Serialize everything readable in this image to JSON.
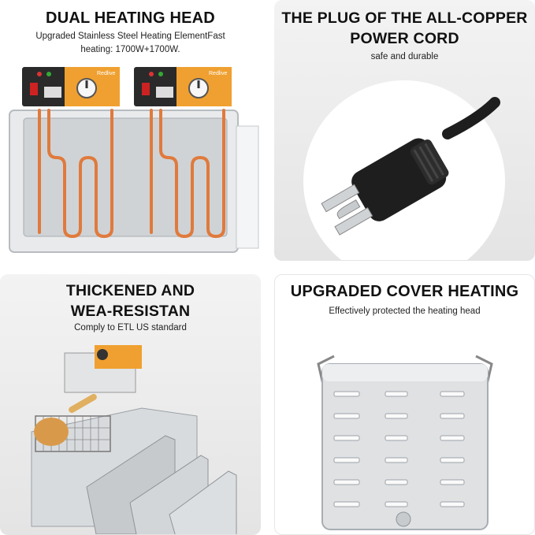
{
  "panels": {
    "dual_heating": {
      "title": "DUAL HEATING HEAD",
      "subtitle_line1": "Upgraded Stainless Steel Heating ElementFast",
      "subtitle_line2": "heating: 1700W+1700W.",
      "brand": "Redlive"
    },
    "power_cord": {
      "title_line1": "THE PLUG OF THE ALL-COPPER",
      "title_line2": "POWER CORD",
      "subtitle": "safe and durable"
    },
    "thickened": {
      "title_line1": "THICKENED AND",
      "title_line2": "WEA-RESISTAN",
      "subtitle": "Comply to ETL US standard"
    },
    "cover_heating": {
      "title": "UPGRADED COVER HEATING",
      "subtitle": "Effectively protected the heating head"
    }
  },
  "colors": {
    "accent_orange": "#f0a030",
    "heating_element": "#e07a3c",
    "steel_light": "#d9dcdf",
    "steel_dark": "#9aa0a5",
    "plug_black": "#1e1e1e"
  }
}
